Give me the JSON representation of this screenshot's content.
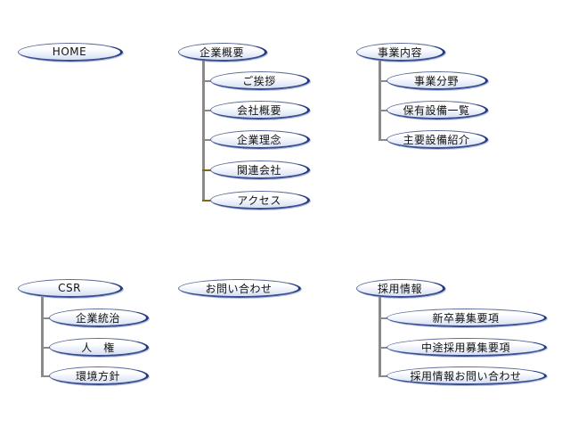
{
  "menus": [
    {
      "root": "HOME",
      "children": []
    },
    {
      "root": "企業概要",
      "children": [
        "ご挨拶",
        "会社概要",
        "企業理念",
        "関連会社",
        "アクセス"
      ]
    },
    {
      "root": "事業内容",
      "children": [
        "事業分野",
        "保有設備一覧",
        "主要設備紹介"
      ]
    },
    {
      "root": "CSR",
      "children": [
        "企業統治",
        "人　権",
        "環境方針"
      ]
    },
    {
      "root": "お問い合わせ",
      "children": []
    },
    {
      "root": "採用情報",
      "children": [
        "新卒募集要項",
        "中途採用募集要項",
        "採用情報お問い合わせ"
      ]
    }
  ],
  "colors": {
    "connector": "#8a8a8a",
    "connector_highlight": "#7a6e10",
    "button_border": "#243a80"
  }
}
